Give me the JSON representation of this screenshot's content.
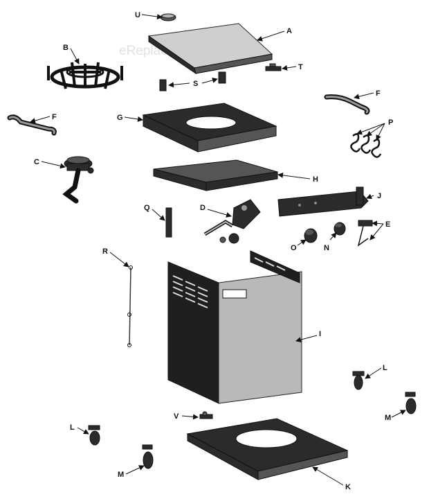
{
  "watermark": "eReplacementParts.com",
  "labels": {
    "A": "A",
    "B": "B",
    "C": "C",
    "D": "D",
    "E": "E",
    "F1": "F",
    "F2": "F",
    "G": "G",
    "H": "H",
    "I": "I",
    "J": "J",
    "K": "K",
    "L1": "L",
    "L2": "L",
    "M1": "M",
    "M2": "M",
    "N": "N",
    "O": "O",
    "P": "P",
    "Q": "Q",
    "R": "R",
    "S": "S",
    "T": "T",
    "U": "U",
    "V": "V"
  }
}
